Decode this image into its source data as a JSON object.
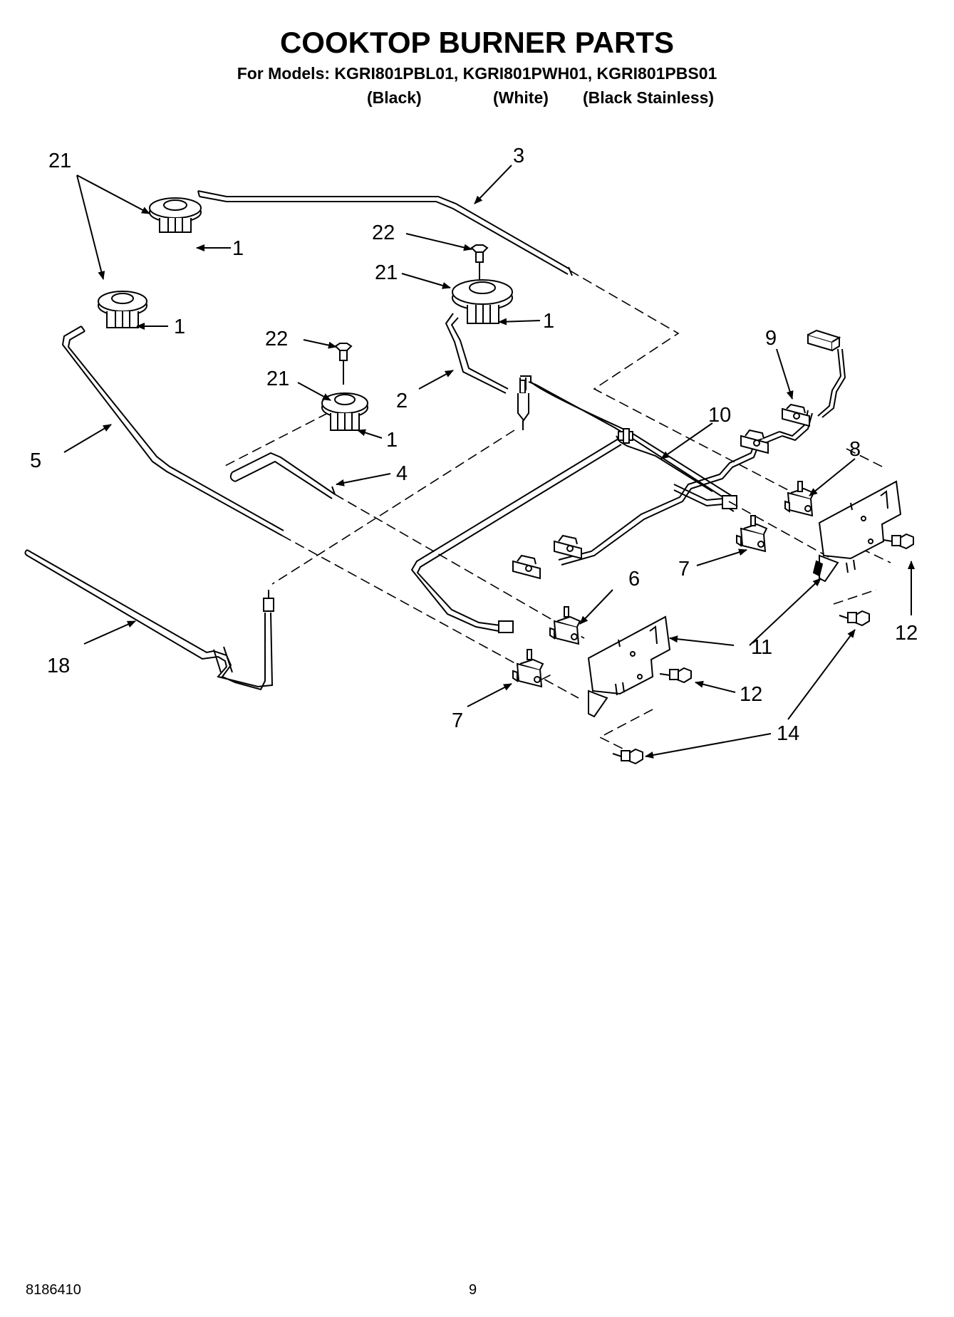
{
  "header": {
    "title": "COOKTOP BURNER PARTS",
    "models_line": "For Models: KGRI801PBL01, KGRI801PWH01, KGRI801PBS01",
    "colors": [
      "(Black)",
      "(White)",
      "(Black Stainless)"
    ]
  },
  "callouts": [
    {
      "id": "c21a",
      "text": "21"
    },
    {
      "id": "c3",
      "text": "3"
    },
    {
      "id": "c1a",
      "text": "1"
    },
    {
      "id": "c22a",
      "text": "22"
    },
    {
      "id": "c21b",
      "text": "21"
    },
    {
      "id": "c1b",
      "text": "1"
    },
    {
      "id": "c1c",
      "text": "1"
    },
    {
      "id": "c22b",
      "text": "22"
    },
    {
      "id": "c21c",
      "text": "21"
    },
    {
      "id": "c9",
      "text": "9"
    },
    {
      "id": "c2",
      "text": "2"
    },
    {
      "id": "c10",
      "text": "10"
    },
    {
      "id": "c1d",
      "text": "1"
    },
    {
      "id": "c5",
      "text": "5"
    },
    {
      "id": "c8",
      "text": "8"
    },
    {
      "id": "c4",
      "text": "4"
    },
    {
      "id": "c7a",
      "text": "7"
    },
    {
      "id": "c6",
      "text": "6"
    },
    {
      "id": "c12a",
      "text": "12"
    },
    {
      "id": "c11",
      "text": "11"
    },
    {
      "id": "c18",
      "text": "18"
    },
    {
      "id": "c12b",
      "text": "12"
    },
    {
      "id": "c7b",
      "text": "7"
    },
    {
      "id": "c14",
      "text": "14"
    }
  ],
  "footer": {
    "doc_number": "8186410",
    "page_number": "9"
  }
}
